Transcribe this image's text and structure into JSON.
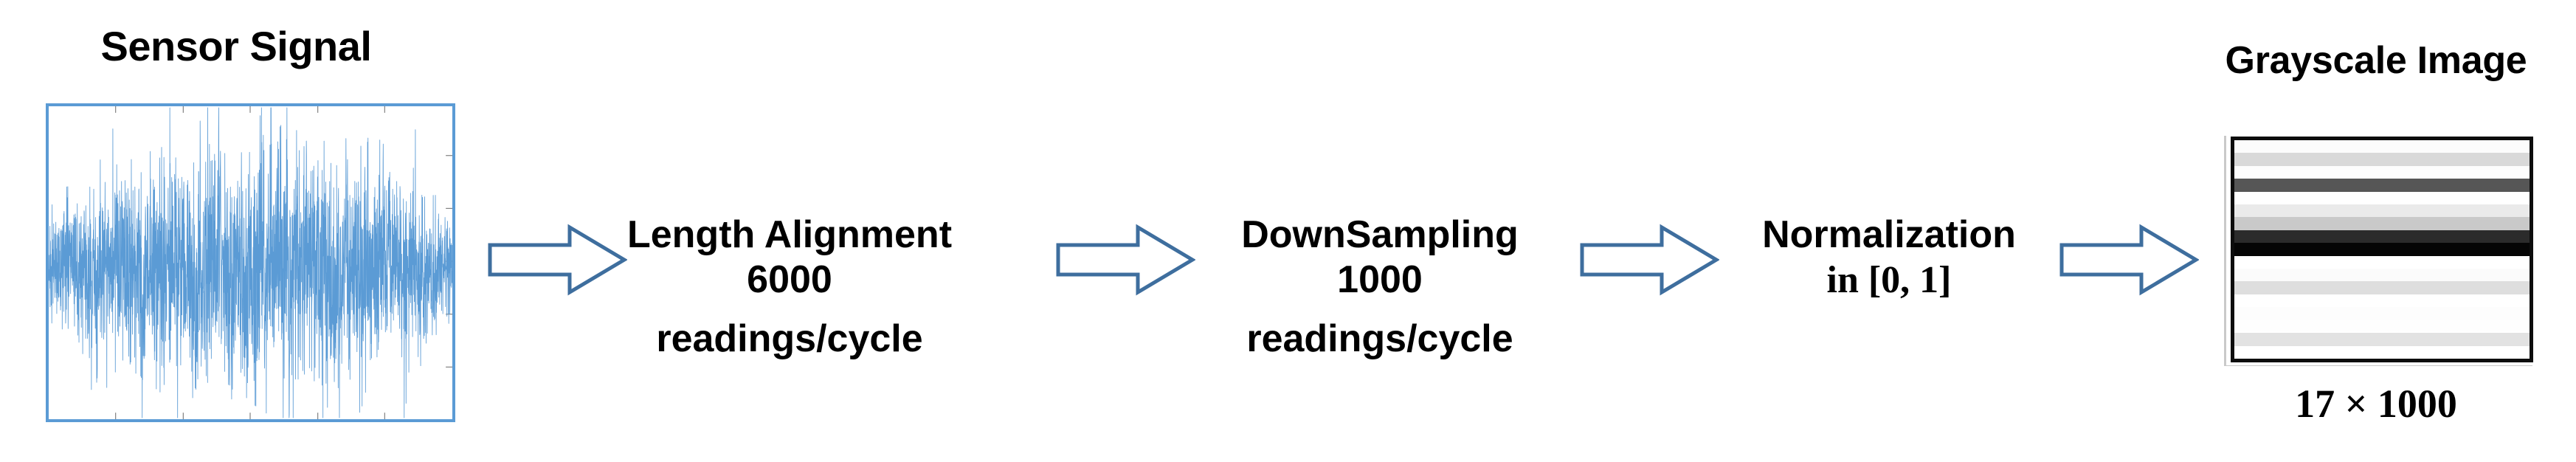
{
  "figure": {
    "type": "pipeline-diagram",
    "background": "#ffffff"
  },
  "sensor": {
    "title": "Sensor Signal",
    "plot_border_color": "#5B9BD5",
    "signal_color": "#5B9BD5",
    "description": "dense noisy oscillating sensor waveform"
  },
  "stages": [
    {
      "name": "length-alignment",
      "line1": "Length Alignment",
      "line2": "6000",
      "line3": "readings/cycle"
    },
    {
      "name": "downsampling",
      "line1": "DownSampling",
      "line2": "1000",
      "line3": "readings/cycle"
    },
    {
      "name": "normalization",
      "line1": "Normalization",
      "line2": "in [0, 1]",
      "line3": ""
    }
  ],
  "arrows": {
    "count": 4,
    "glyph": "block-right-arrow",
    "stroke": "#3E6E9E",
    "fill": "#FFFFFF"
  },
  "grayscale": {
    "title": "Grayscale Image",
    "caption": "17 × 1000",
    "border_color": "#0D0D0D",
    "rows": 17,
    "columns": 1000,
    "bands": [
      "#fcfcfc",
      "#d9d9d9",
      "#fdfdfd",
      "#565656",
      "#ffffff",
      "#eaeaea",
      "#c9c9c9",
      "#2b2b2b",
      "#050505",
      "#ffffff",
      "#fbfbfb",
      "#dedede",
      "#ffffff",
      "#fdfdfd",
      "#fefefe",
      "#e2e2e2",
      "#ffffff"
    ]
  },
  "chart_data": {
    "type": "line",
    "title": "Sensor Signal",
    "xlabel": "",
    "ylabel": "",
    "series": [
      {
        "name": "sensor-reading",
        "description": "high-frequency noisy vibration trace, amplitude envelope widest mid-record"
      }
    ],
    "grid": false,
    "legend": "none"
  }
}
